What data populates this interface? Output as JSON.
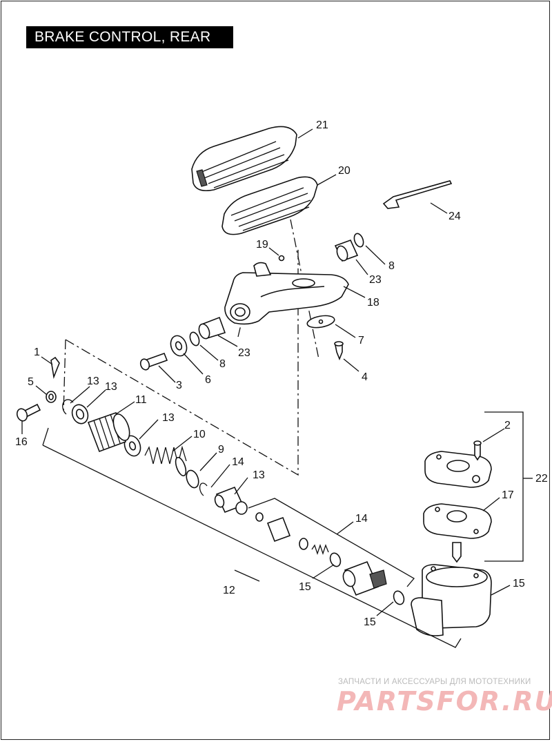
{
  "title": "BRAKE CONTROL, REAR",
  "callouts": {
    "c1": "1",
    "c2": "2",
    "c3": "3",
    "c4": "4",
    "c5": "5",
    "c6": "6",
    "c7": "7",
    "c8a": "8",
    "c8b": "8",
    "c9": "9",
    "c10": "10",
    "c11": "11",
    "c12": "12",
    "c13a": "13",
    "c13b": "13",
    "c13c": "13",
    "c13d": "13",
    "c14a": "14",
    "c14b": "14",
    "c15a": "15",
    "c15b": "15",
    "c15c": "15",
    "c16": "16",
    "c17": "17",
    "c18": "18",
    "c19": "19",
    "c20": "20",
    "c21": "21",
    "c22": "22",
    "c23a": "23",
    "c23b": "23",
    "c24": "24"
  },
  "watermark": {
    "caption": "ЗАПЧАСТИ И АКСЕССУАРЫ ДЛЯ МОТОТЕХНИКИ",
    "logo": "PARTSFOR.RU"
  }
}
